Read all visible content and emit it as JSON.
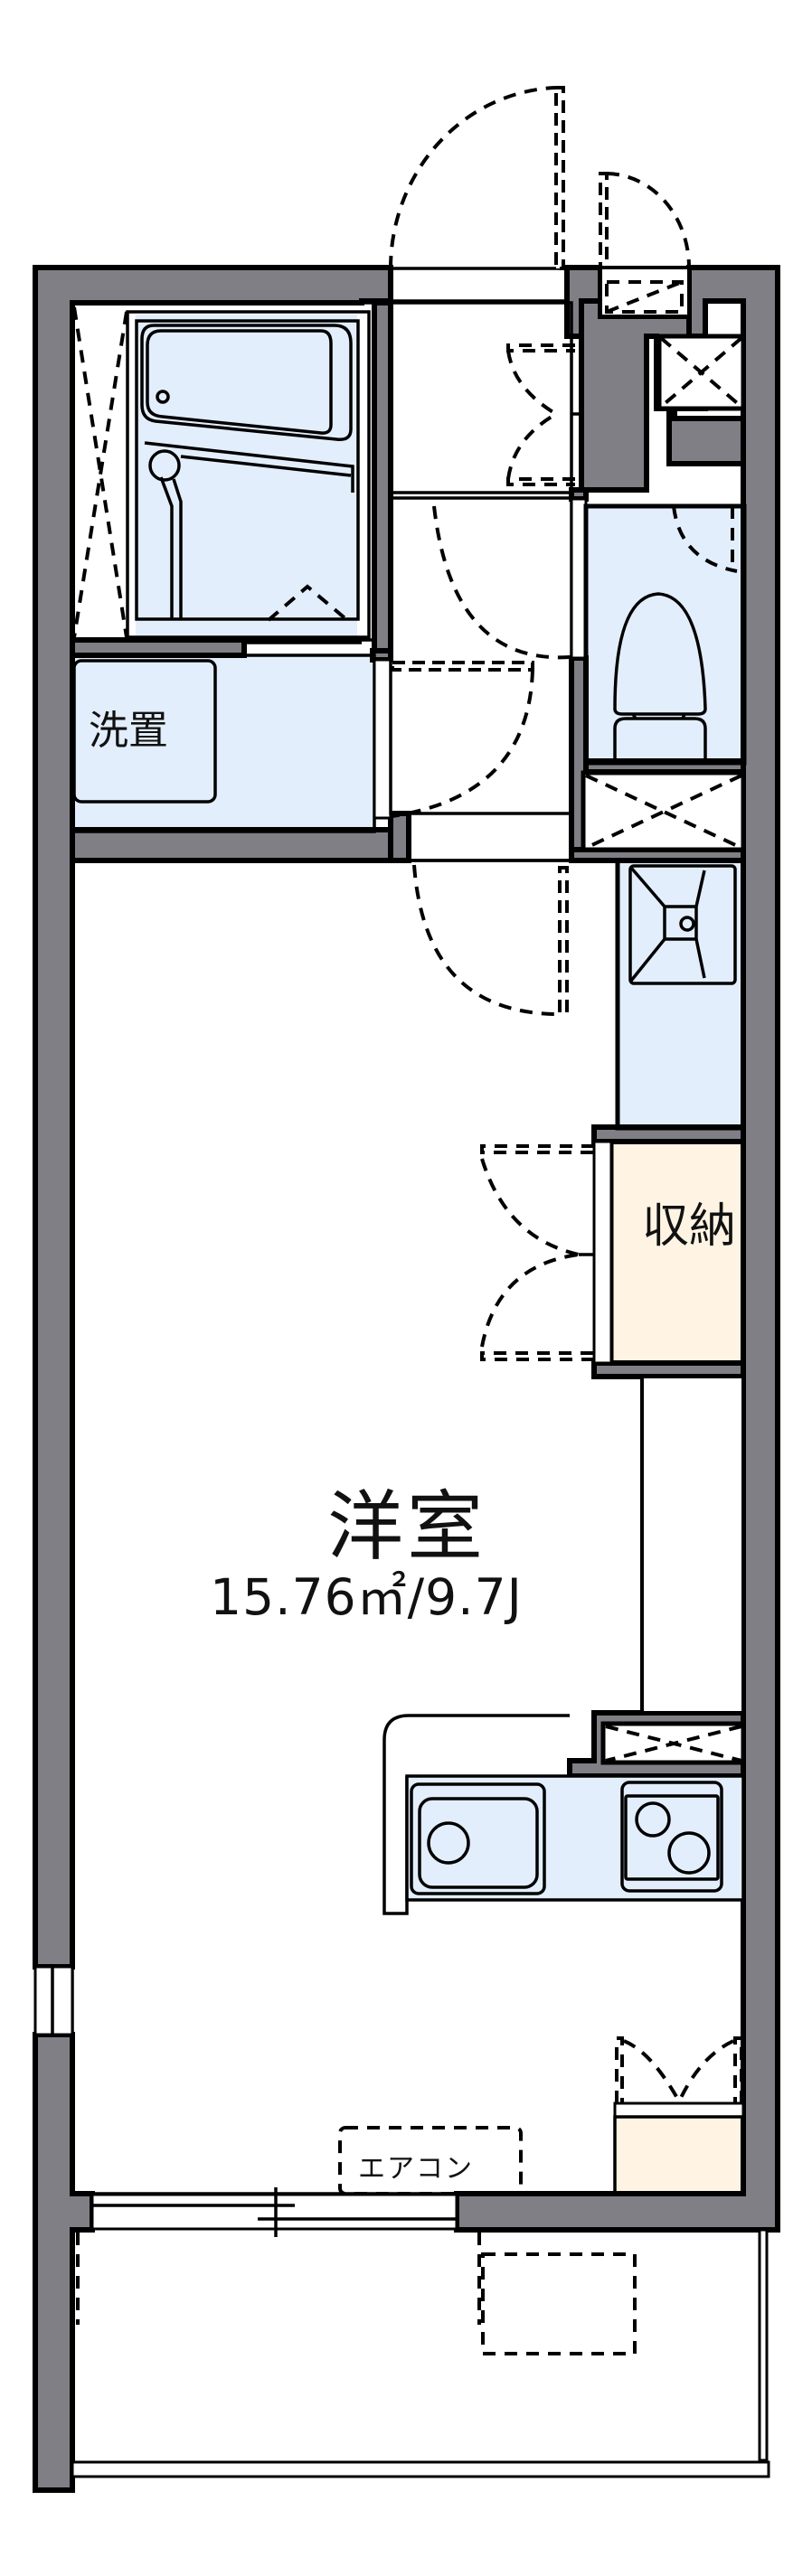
{
  "floor_plan": {
    "room_name": "洋室",
    "room_area": "15.76㎡/9.7J",
    "rooms": [
      {
        "id": "western-room",
        "label": "洋室",
        "area_sqm": "15.76",
        "size_jo": "9.7J"
      },
      {
        "id": "washing-machine-space",
        "label": "洗置"
      },
      {
        "id": "storage-closet",
        "label": "収納"
      },
      {
        "id": "air-conditioner",
        "label": "エアコン"
      },
      {
        "id": "unit-bath",
        "label": ""
      },
      {
        "id": "toilet",
        "label": ""
      },
      {
        "id": "vanity",
        "label": ""
      },
      {
        "id": "kitchen",
        "label": ""
      },
      {
        "id": "entrance",
        "label": ""
      },
      {
        "id": "balcony",
        "label": ""
      }
    ],
    "wash_label": "洗置",
    "storage_label": "収納",
    "aircon_label": "エアコン"
  },
  "colors": {
    "wall": "#807f85",
    "wet_area": "#e3eefc",
    "storage": "#fff4e3",
    "line": "#000000"
  }
}
